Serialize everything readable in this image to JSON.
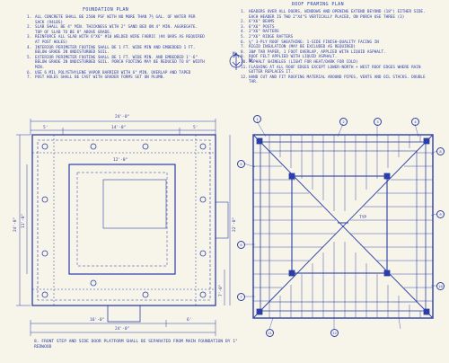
{
  "foundation_plan": {
    "title": "FOUNDATION PLAN",
    "notes": [
      {
        "num": "1.",
        "text": "ALL CONCRETE SHALL BE 2500 PSF WITH NO MORE THAN 7½ GAL. OF WATER PER SACK (94LBS)"
      },
      {
        "num": "2.",
        "text": "SLAB SHALL BE 4\" MIN. THICKNESS WITH 2\" SAND BED ON 4\" MIN. AGGREGATE. TOP OF SLAB TO BE 8\" ABOVE GRADE."
      },
      {
        "num": "3.",
        "text": "REINFORCE ALL SLAB WITH 6\"X6\" #10 WELDED WIRE FABRIC (#4 BARS AS REQUIRED AT POST HOLES)"
      },
      {
        "num": "4.",
        "text": "INTERIOR PERIMETER FOOTING SHALL BE 1 FT. WIDE MIN AND EMBEDDED 1 FT. BELOW GRADE IN UNDISTURBED SOIL."
      },
      {
        "num": "5.",
        "text": "EXTERIOR PERIMETER FOOTING SHALL BE 1 FT. WIDE MIN. AND EMBEDDED 1'-6\" BELOW GRADE IN UNDISTURBED SOIL. PORCH FOOTING MAY BE REDUCED TO 8\" WIDTH MIN."
      },
      {
        "num": "6.",
        "text": "USE 6 MIL POLYETHYLENE VAPOR BARRIER WITH 6\" MIN. OVERLAP AND TAPED"
      },
      {
        "num": "7.",
        "text": "POST HOLES SHALL BE CAST WITH GRADER FORMS SET ON PLUMB."
      }
    ],
    "dimensions": {
      "top_overall": "24'-0\"",
      "top_left": "5'",
      "top_mid": "14'-0\"",
      "top_right": "5'",
      "inner_top": "12'-0\"",
      "bottom_inner": "16'-0\"",
      "bottom_right": "6'",
      "bottom_overall": "24'-0\"",
      "left_overall": "24'-0\"",
      "left_segment": "11'-0\"",
      "right_overall": "22'-0\"",
      "right_segment": "7'-0\""
    },
    "footnote": "8. FRONT STEP AND SIDE DOOR PLATFORM SHALL BE SEPARATED FROM MAIN FOUNDATION BY 1\" REDWOOD"
  },
  "north_arrow": {
    "label": "N",
    "side": "W"
  },
  "roof_framing_plan": {
    "title": "ROOF FRAMING PLAN",
    "notes": [
      {
        "num": "1.",
        "text": "HEADERS OVER ALL DOORS, WINDOWS AND OPENING EXTEND BEYOND (18\") EITHER SIDE. EACH HEADER IS TWO 2\"X4\"S VERTICALLY PLACED, ON PORCH USE THREE (3)"
      },
      {
        "num": "2.",
        "text": "6\"X6\" BEAMS"
      },
      {
        "num": "3.",
        "text": "6\"X6\" POSTS"
      },
      {
        "num": "4.",
        "text": "2\"X6\" RAFTERS"
      },
      {
        "num": "5.",
        "text": "2\"X6\" RIDGE RAFTERS"
      },
      {
        "num": "6.",
        "text": "⅝\" 3-PLY ROOF SHEATHING: 1-SIDE FINISH-QUALITY FACING IN"
      },
      {
        "num": "7.",
        "text": "RIGID INSULATION (MAY BE EXCLUDED AS REQUIRED)"
      },
      {
        "num": "8.",
        "text": "30# TAR PAPER, 1 FOOT OVERLAP, APPLIED WITH LIQUID ASPHALT."
      },
      {
        "num": "9.",
        "text": "ROOF FELT APPLIED WITH LIQUID ASPHALT."
      },
      {
        "num": "10.",
        "text": "ASPHALT SHINGLES (LIGHT FOR HEAT/DARK FOR COLD)"
      },
      {
        "num": "11.",
        "text": "FLASHING AT ALL ROOF EDGES EXCEPT LOWER-NORTH + WEST ROOF EDGES WHERE RAIN GUTTER REPLACES IT."
      },
      {
        "num": "12.",
        "text": "HAND CUT AND FIT ROOFING MATERIAL AROUND PIPES, VENTS AND OIL STACKS. DOUBLE TAR."
      }
    ],
    "label_typ": "TYP",
    "bubble_labels": [
      "1",
      "2",
      "3",
      "4",
      "5",
      "6",
      "7",
      "8",
      "9",
      "10",
      "11",
      "12"
    ]
  },
  "colors": {
    "ink": "#2b3ea8",
    "paper": "#f7f4ea"
  }
}
